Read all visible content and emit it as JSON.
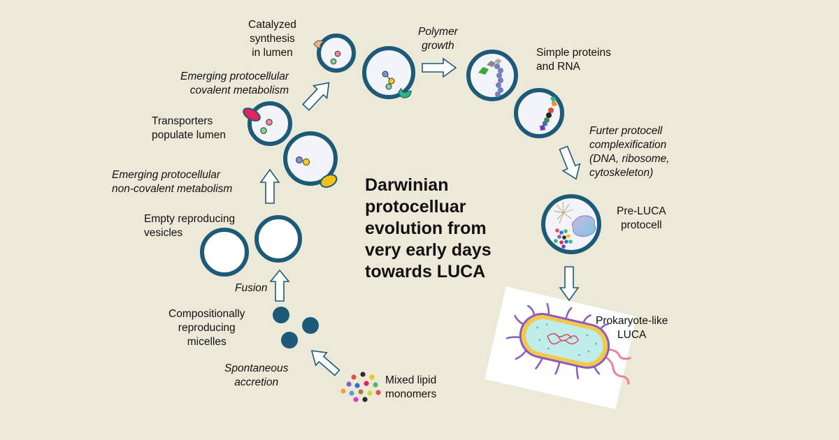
{
  "title": {
    "lines": [
      "Darwinian",
      "protocelluar",
      "evolution from",
      "very early days",
      "towards LUCA"
    ]
  },
  "stages": {
    "mixed_lipid_monomers": [
      "Mixed lipid",
      "monomers"
    ],
    "spontaneous_accretion": [
      "Spontaneous",
      "accretion"
    ],
    "compositionally_reproducing_micelles": [
      "Compositionally",
      "reproducing",
      "micelles"
    ],
    "fusion": "Fusion",
    "empty_reproducing_vesicles": [
      "Empty reproducing",
      "vesicles"
    ],
    "noncovalent_metabolism": [
      "Emerging protocellular",
      "non-covalent metabolism"
    ],
    "transporters_populate_lumen": [
      "Transporters",
      "populate lumen"
    ],
    "covalent_metabolism": [
      "Emerging protocellular",
      "covalent metabolism"
    ],
    "catalyzed_synthesis": [
      "Catalyzed",
      "synthesis",
      "in lumen"
    ],
    "polymer_growth": [
      "Polymer",
      "growth"
    ],
    "simple_proteins_rna": [
      "Simple proteins",
      "and RNA"
    ],
    "further_complexification": [
      "Furter protocell",
      "complexification",
      "(DNA, ribosome,",
      "cytoskeleton)"
    ],
    "pre_luca": [
      "Pre-LUCA",
      "protocell"
    ],
    "prokaryote_luca": [
      "Prokaryote-like",
      "LUCA"
    ]
  },
  "colors": {
    "background": "#ece9d8",
    "membrane": "#1c5a78",
    "lumen": "#f2f4f9",
    "arrow_stroke": "#1c5a78",
    "micelle": "#1c5a78",
    "transporter_pink": "#e3245c",
    "transporter_yellow": "#f2c313",
    "enzyme_green": "#2fb38a",
    "enzyme_peach": "#f2b48c",
    "cell_body": "#bfeeea",
    "cell_capsule": "#f2c94a",
    "cell_outline": "#8a5cc0",
    "flagellum": "#f0809a"
  },
  "icons": [
    "lipid-monomer-icon",
    "micelle-icon",
    "vesicle-icon",
    "protocell-icon",
    "transporter-icon",
    "enzyme-icon",
    "polymer-chain-icon",
    "bacterium-icon",
    "arrow-icon"
  ]
}
